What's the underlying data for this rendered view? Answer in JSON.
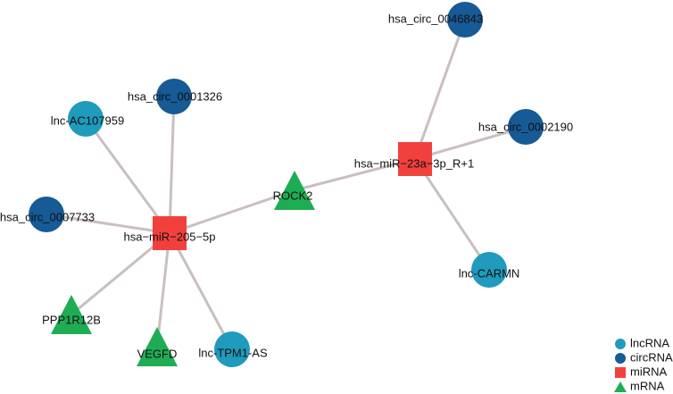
{
  "colors": {
    "lncRNA": "#1f9bbd",
    "circRNA": "#165a96",
    "miRNA": "#f2413d",
    "mRNA": "#1fad54",
    "edge": "#c9bfbf"
  },
  "nodes": [
    {
      "id": "hsa_circ_0046843",
      "label": "hsa_circ_0046843",
      "type": "circRNA"
    },
    {
      "id": "hsa_circ_0001326",
      "label": "hsa_circ_0001326",
      "type": "circRNA"
    },
    {
      "id": "lnc-AC107959",
      "label": "lnc-AC107959",
      "type": "lncRNA"
    },
    {
      "id": "hsa_circ_0002190",
      "label": "hsa_circ_0002190",
      "type": "circRNA"
    },
    {
      "id": "hsa-miR-23a-3p_R+1",
      "label": "hsa−miR−23a−3p_R+1",
      "type": "miRNA"
    },
    {
      "id": "ROCK2",
      "label": "ROCK2",
      "type": "mRNA"
    },
    {
      "id": "hsa_circ_0007733",
      "label": "hsa_circ_0007733",
      "type": "circRNA"
    },
    {
      "id": "hsa-miR-205-5p",
      "label": "hsa−miR−205−5p",
      "type": "miRNA"
    },
    {
      "id": "lnc-CARMN",
      "label": "lnc-CARMN",
      "type": "lncRNA"
    },
    {
      "id": "PPP1R12B",
      "label": "PPP1R12B",
      "type": "mRNA"
    },
    {
      "id": "lnc-TPM1-AS",
      "label": "lnc-TPM1-AS",
      "type": "lncRNA"
    },
    {
      "id": "VEGFD",
      "label": "VEGFD",
      "type": "mRNA"
    }
  ],
  "edges": [
    [
      "hsa-miR-205-5p",
      "hsa_circ_0001326"
    ],
    [
      "hsa-miR-205-5p",
      "lnc-AC107959"
    ],
    [
      "hsa-miR-205-5p",
      "hsa_circ_0007733"
    ],
    [
      "hsa-miR-205-5p",
      "PPP1R12B"
    ],
    [
      "hsa-miR-205-5p",
      "VEGFD"
    ],
    [
      "hsa-miR-205-5p",
      "lnc-TPM1-AS"
    ],
    [
      "hsa-miR-205-5p",
      "ROCK2"
    ],
    [
      "hsa-miR-23a-3p_R+1",
      "ROCK2"
    ],
    [
      "hsa-miR-23a-3p_R+1",
      "hsa_circ_0046843"
    ],
    [
      "hsa-miR-23a-3p_R+1",
      "hsa_circ_0002190"
    ],
    [
      "hsa-miR-23a-3p_R+1",
      "lnc-CARMN"
    ]
  ],
  "legend": [
    {
      "label": "lncRNA",
      "type": "lncRNA"
    },
    {
      "label": "circRNA",
      "type": "circRNA"
    },
    {
      "label": "miRNA",
      "type": "miRNA"
    },
    {
      "label": "mRNA",
      "type": "mRNA"
    }
  ]
}
